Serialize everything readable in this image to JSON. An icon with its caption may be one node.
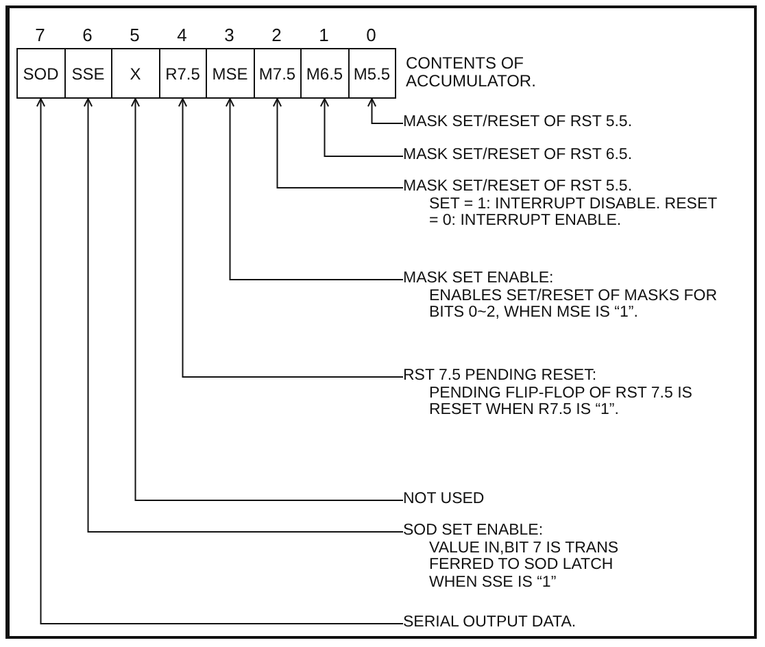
{
  "diagram": {
    "nodes": [
      {
        "text": [
          "SOD"
        ],
        "beside": [
          "7"
        ]
      },
      {
        "text": [
          "SSE"
        ],
        "beside": [
          "6"
        ]
      },
      {
        "text": [
          "X"
        ],
        "beside": [
          "5"
        ]
      },
      {
        "text": [
          "R7.5"
        ],
        "beside": [
          "4"
        ]
      },
      {
        "text": [
          "MSE"
        ],
        "beside": [
          "3"
        ]
      },
      {
        "text": [
          "M7.5"
        ],
        "beside": [
          "2"
        ]
      },
      {
        "text": [
          "M6.5"
        ],
        "beside": [
          "1"
        ]
      },
      {
        "text": [
          "M5.5"
        ],
        "beside": [
          "0"
        ]
      },
      {
        "text": [
          "MASK SET/RESET OF RST 5.5."
        ]
      },
      {
        "text": [
          "MASK SET/RESET OF RST 6.5."
        ]
      },
      {
        "text": [
          "MASK SET/RESET OF RST 5.5.",
          "SET = 1: INTERRUPT DISABLE. RESET = 0: INTERRUPT ENABLE."
        ]
      },
      {
        "text": [
          "MASK SET ENABLE:",
          "ENABLES SET/RESET OF MASKS FOR BITS 0~2, WHEN MSE IS “1”."
        ]
      },
      {
        "text": [
          "RST 7.5 PENDING RESET:",
          "PENDING FLIP-FLOP OF RST 7.5 IS RESET WHEN R7.5 IS “1”."
        ]
      },
      {
        "text": [
          "NOT USED"
        ]
      },
      {
        "text": [
          "SOD SET ENABLE:",
          "VALUE IN,BIT 7 IS TRANS FERRED TO SOD LATCH WHEN SSE IS “1”"
        ]
      },
      {
        "text": [
          "SERIAL OUTPUT DATA."
        ]
      }
    ],
    "edges": [
      {
        "from": 8,
        "to": 7,
        "arrow": "to"
      },
      {
        "from": 9,
        "to": 6,
        "arrow": "to"
      },
      {
        "from": 10,
        "to": 5,
        "arrow": "to"
      },
      {
        "from": 11,
        "to": 4,
        "arrow": "to"
      },
      {
        "from": 12,
        "to": 3,
        "arrow": "to"
      },
      {
        "from": 13,
        "to": 2,
        "arrow": "to"
      },
      {
        "from": 14,
        "to": 1,
        "arrow": "to"
      },
      {
        "from": 15,
        "to": 0,
        "arrow": "to"
      }
    ],
    "labels": [
      "CONTENTS OF ACCUMULATOR."
    ]
  }
}
